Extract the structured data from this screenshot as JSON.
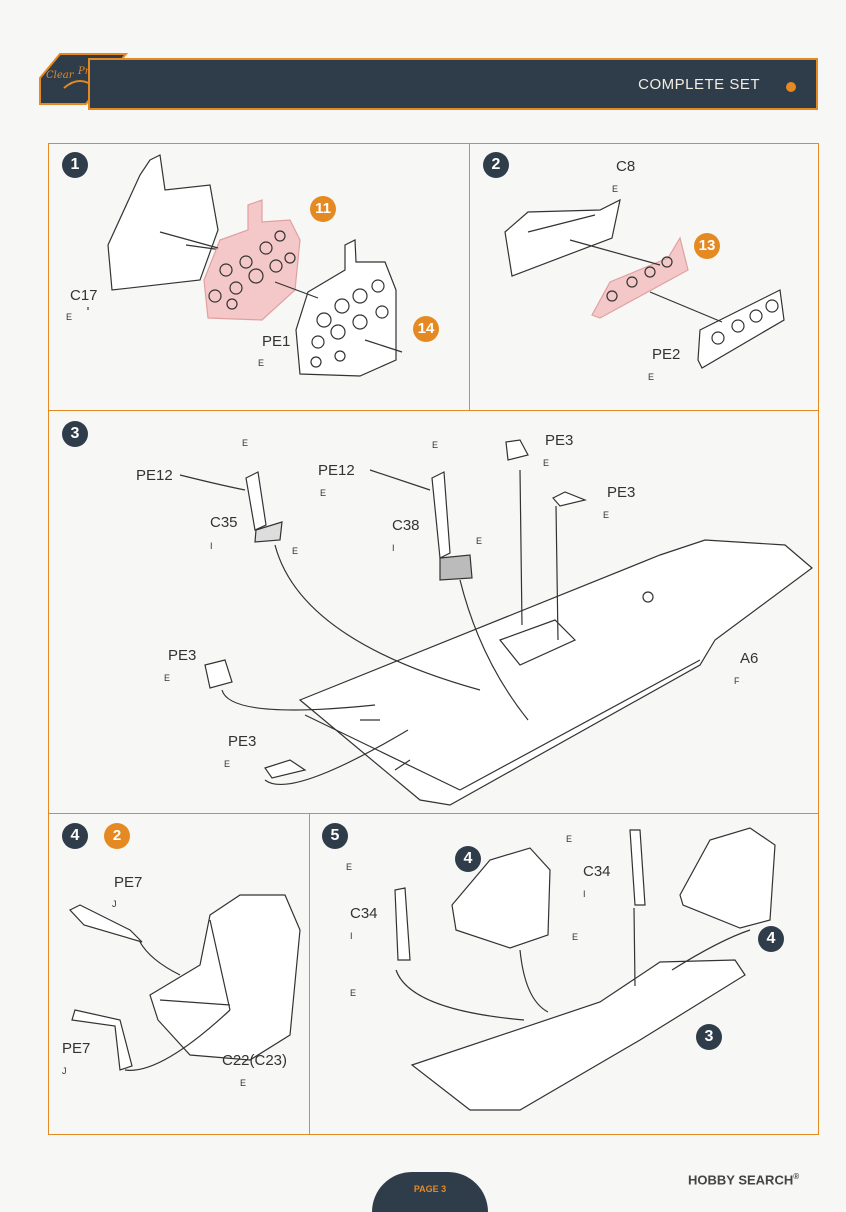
{
  "header": {
    "title": "COMPLETE SET",
    "logo_text_1": "Clear",
    "logo_text_2": "Prop!"
  },
  "steps": {
    "s1": "1",
    "s2": "2",
    "s3": "3",
    "s4": "4",
    "s5": "5"
  },
  "refs": {
    "r11": "11",
    "r14": "14",
    "r13": "13",
    "r2": "2",
    "s5a": "4",
    "s5b": "4",
    "s5c": "3"
  },
  "parts": {
    "c17": "C17",
    "pe1": "PE1",
    "c8": "C8",
    "pe2": "PE2",
    "pe12a": "PE12",
    "c35": "C35",
    "pe12b": "PE12",
    "c38": "C38",
    "pe3a": "PE3",
    "pe3b": "PE3",
    "pe3c": "PE3",
    "pe3d": "PE3",
    "a6": "A6",
    "pe7a": "PE7",
    "pe7b": "PE7",
    "c22": "C22(C23)",
    "c34a": "C34",
    "c34b": "C34"
  },
  "codes": {
    "e": "E",
    "i": "I",
    "f": "F",
    "j": "J"
  },
  "footer": {
    "page": "PAGE 3"
  },
  "watermark": {
    "text": "HOBBY SEARCH",
    "reg": "®"
  }
}
